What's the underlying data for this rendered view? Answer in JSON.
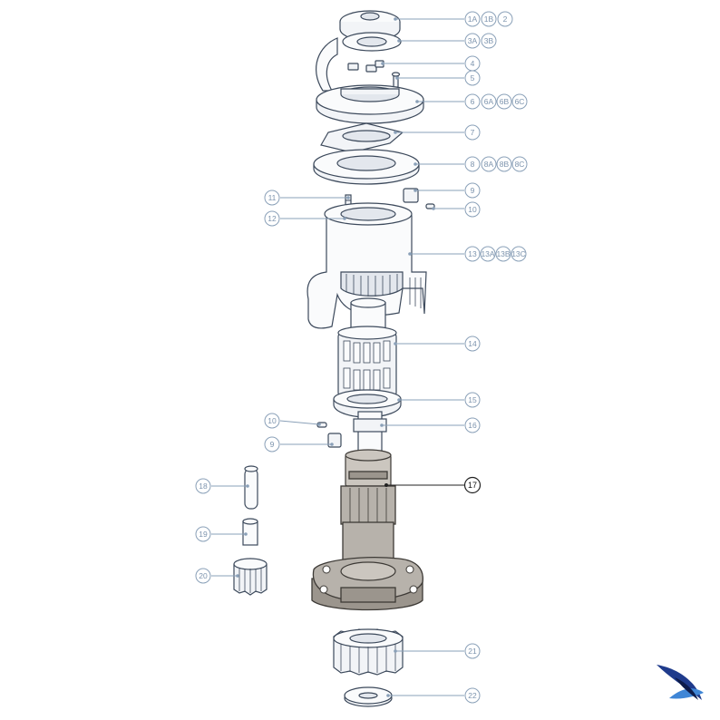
{
  "diagram": {
    "highlight_color": "#b7b2ab",
    "line_color": "#8aa0b8",
    "outline_color": "#3d4a5c",
    "logo": {
      "icon": "sail-logo-icon",
      "colors": [
        "#1f3b8c",
        "#3f86d6",
        "#0d1b4a"
      ]
    },
    "callouts": [
      {
        "id": "c-1a",
        "label": "1A"
      },
      {
        "id": "c-1b",
        "label": "1B"
      },
      {
        "id": "c-2",
        "label": "2"
      },
      {
        "id": "c-3a",
        "label": "3A"
      },
      {
        "id": "c-3b",
        "label": "3B"
      },
      {
        "id": "c-4",
        "label": "4"
      },
      {
        "id": "c-5",
        "label": "5"
      },
      {
        "id": "c-6",
        "label": "6"
      },
      {
        "id": "c-6a",
        "label": "6A"
      },
      {
        "id": "c-6b",
        "label": "6B"
      },
      {
        "id": "c-6c",
        "label": "6C"
      },
      {
        "id": "c-7",
        "label": "7"
      },
      {
        "id": "c-8",
        "label": "8"
      },
      {
        "id": "c-8a",
        "label": "8A"
      },
      {
        "id": "c-8b",
        "label": "8B"
      },
      {
        "id": "c-8c",
        "label": "8C"
      },
      {
        "id": "c-9a",
        "label": "9"
      },
      {
        "id": "c-10a",
        "label": "10"
      },
      {
        "id": "c-11",
        "label": "11"
      },
      {
        "id": "c-12",
        "label": "12"
      },
      {
        "id": "c-13",
        "label": "13"
      },
      {
        "id": "c-13a",
        "label": "13A"
      },
      {
        "id": "c-13b",
        "label": "13B"
      },
      {
        "id": "c-13c",
        "label": "13C"
      },
      {
        "id": "c-14",
        "label": "14"
      },
      {
        "id": "c-15",
        "label": "15"
      },
      {
        "id": "c-10b",
        "label": "10"
      },
      {
        "id": "c-16",
        "label": "16"
      },
      {
        "id": "c-9b",
        "label": "9"
      },
      {
        "id": "c-17",
        "label": "17",
        "highlighted": true
      },
      {
        "id": "c-18",
        "label": "18"
      },
      {
        "id": "c-19",
        "label": "19"
      },
      {
        "id": "c-20",
        "label": "20"
      },
      {
        "id": "c-21",
        "label": "21"
      },
      {
        "id": "c-22",
        "label": "22"
      }
    ]
  }
}
